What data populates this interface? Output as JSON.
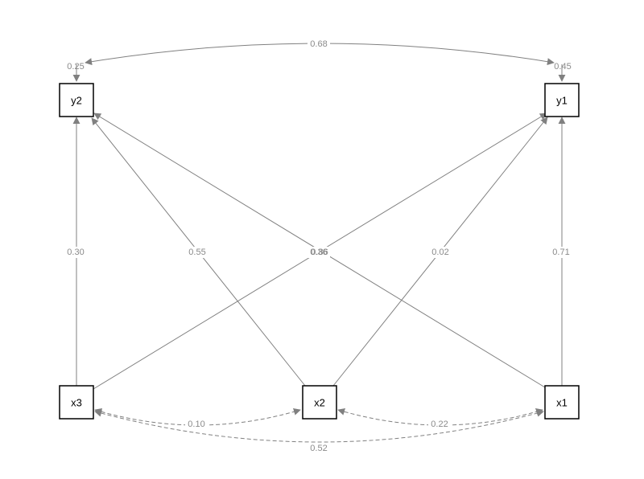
{
  "nodes": [
    {
      "id": "y2",
      "label": "y2"
    },
    {
      "id": "y1",
      "label": "y1"
    },
    {
      "id": "x3",
      "label": "x3"
    },
    {
      "id": "x2",
      "label": "x2"
    },
    {
      "id": "x1",
      "label": "x1"
    }
  ],
  "edges": [
    {
      "id": "x3-y2",
      "from": "x3",
      "to": "y2",
      "label": "0.30",
      "style": "solid"
    },
    {
      "id": "x2-y2",
      "from": "x2",
      "to": "y2",
      "label": "0.55",
      "style": "solid"
    },
    {
      "id": "x1-y2",
      "from": "x1",
      "to": "y2",
      "label": "0.36",
      "style": "solid"
    },
    {
      "id": "x3-y1",
      "from": "x3",
      "to": "y1",
      "label": "0.86",
      "style": "solid"
    },
    {
      "id": "x2-y1",
      "from": "x2",
      "to": "y1",
      "label": "0.02",
      "style": "solid"
    },
    {
      "id": "x1-y1",
      "from": "x1",
      "to": "y1",
      "label": "0.71",
      "style": "solid"
    },
    {
      "id": "y2-y1-cov",
      "from": "y2",
      "to": "y1",
      "label": "0.68",
      "style": "solid"
    },
    {
      "id": "y2-var",
      "from": "y2",
      "to": "y2",
      "label": "0.25",
      "style": "solid"
    },
    {
      "id": "y1-var",
      "from": "y1",
      "to": "y1",
      "label": "0.45",
      "style": "solid"
    },
    {
      "id": "x3-x2-cov",
      "from": "x3",
      "to": "x2",
      "label": "0.10",
      "style": "dashed"
    },
    {
      "id": "x2-x1-cov",
      "from": "x2",
      "to": "x1",
      "label": "0.22",
      "style": "dashed"
    },
    {
      "id": "x3-x1-cov",
      "from": "x3",
      "to": "x1",
      "label": "0.52",
      "style": "dashed"
    }
  ],
  "colors": {
    "edge": "#808080",
    "node_border": "#000000",
    "label": "#8a8a8a"
  }
}
